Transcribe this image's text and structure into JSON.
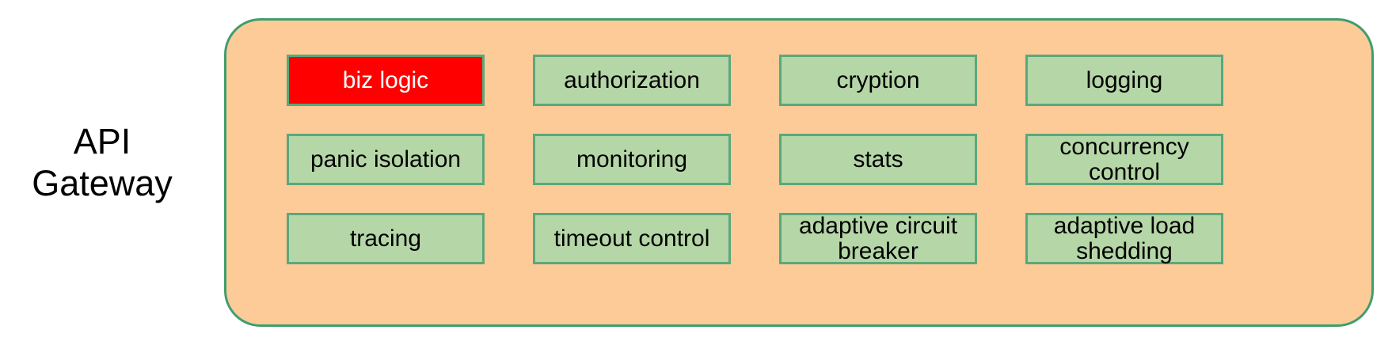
{
  "diagram": {
    "title": "API Gateway",
    "side_label": "API\nGateway",
    "colors": {
      "container_fill": "#FCCB98",
      "container_border": "#3E9E6E",
      "cell_fill": "#B5D6A7",
      "cell_border": "#5AA87C",
      "highlight_fill": "#FF0000",
      "highlight_text": "#FFFFFF",
      "text": "#000000",
      "page_background": "#FFFFFF"
    },
    "cells": [
      {
        "label": "biz logic",
        "highlighted": true
      },
      {
        "label": "authorization",
        "highlighted": false
      },
      {
        "label": "cryption",
        "highlighted": false
      },
      {
        "label": "logging",
        "highlighted": false
      },
      {
        "label": "panic isolation",
        "highlighted": false
      },
      {
        "label": "monitoring",
        "highlighted": false
      },
      {
        "label": "stats",
        "highlighted": false
      },
      {
        "label": "concurrency\ncontrol",
        "highlighted": false
      },
      {
        "label": "tracing",
        "highlighted": false
      },
      {
        "label": "timeout control",
        "highlighted": false
      },
      {
        "label": "adaptive circuit\nbreaker",
        "highlighted": false
      },
      {
        "label": "adaptive load\nshedding",
        "highlighted": false
      }
    ]
  }
}
